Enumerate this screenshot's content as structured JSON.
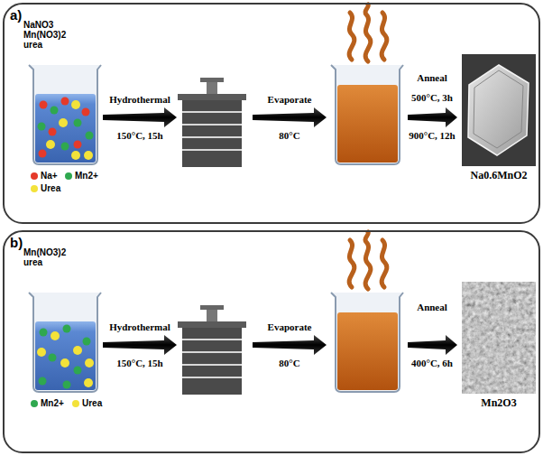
{
  "diagram": {
    "nodes": [
      {
        "text": [
          "a)"
        ]
      },
      {
        "text": [
          "Na0.6MnO2"
        ],
        "in": 0
      },
      {
        "text": [
          "b)"
        ]
      },
      {
        "text": [
          "Mn2O3"
        ],
        "in": 2
      }
    ],
    "labels": [
      "NaNO3 Mn(NO3)2 urea",
      "Hydrothermal",
      "150°C, 15h",
      "Evaporate",
      "80°C",
      "Anneal",
      "500°C, 3h",
      "900°C, 12h",
      "Mn(NO3)2 urea",
      "Hydrothermal",
      "150°C, 15h",
      "Evaporate",
      "80°C",
      "Anneal",
      "400°C, 6h"
    ],
    "legend": [
      {
        "text": "Na+",
        "color": "#e53a2a"
      },
      {
        "text": "Mn2+",
        "color": "#2fa84f"
      },
      {
        "text": "Urea",
        "color": "#f3e23a"
      },
      {
        "text": "Mn2+",
        "color": "#2fa84f"
      },
      {
        "text": "Urea",
        "color": "#f3e23a"
      }
    ]
  }
}
